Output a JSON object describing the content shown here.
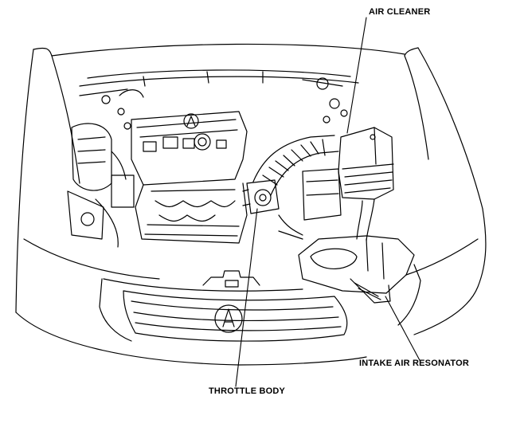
{
  "labels": {
    "air_cleaner": "AIR CLEANER",
    "intake_air_resonator": "INTAKE AIR RESONATOR",
    "throttle_body": "THROTTLE BODY"
  },
  "emblem_glyph": "A",
  "colors": {
    "ink": "#000000",
    "background": "#ffffff"
  }
}
